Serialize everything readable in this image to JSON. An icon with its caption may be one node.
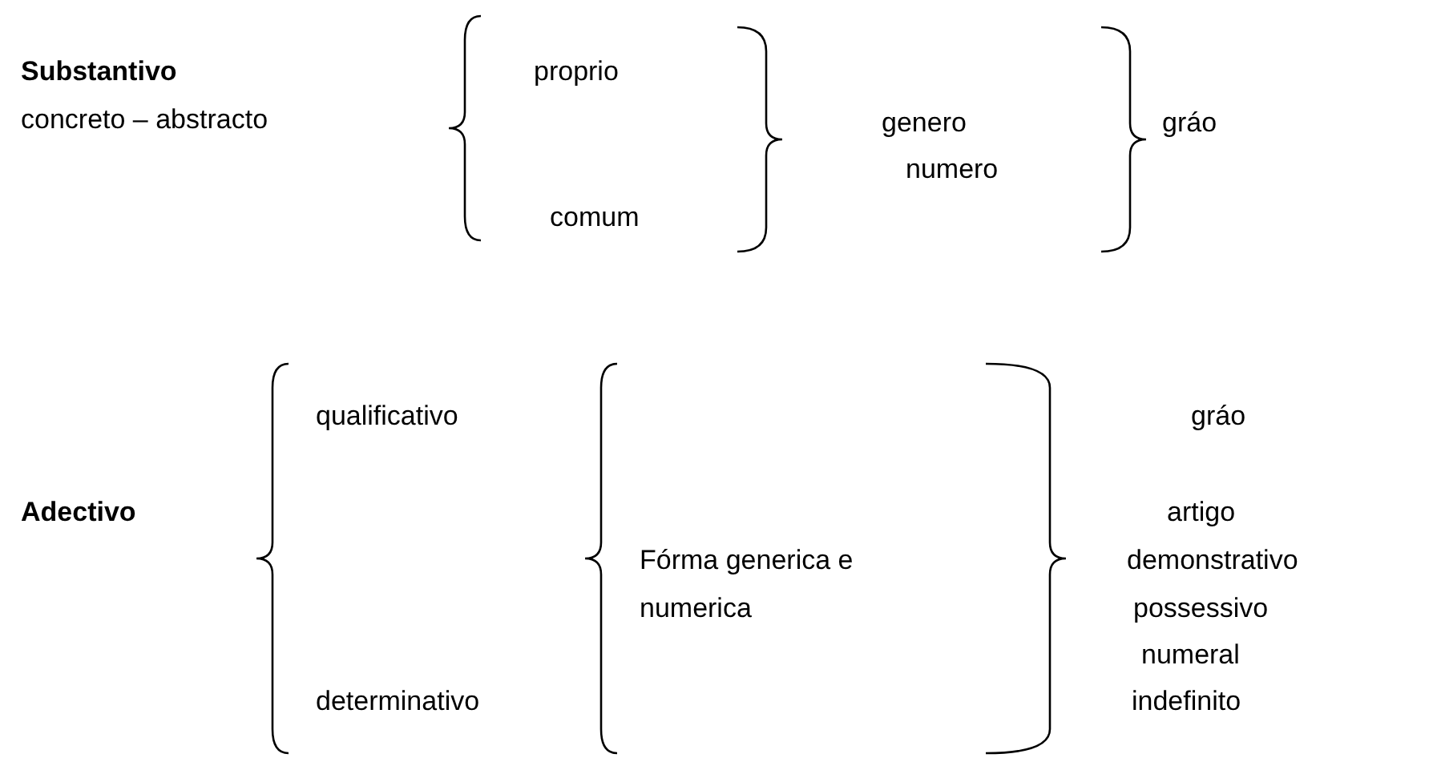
{
  "diagram": {
    "labels": [
      "Substantivo",
      "concreto – abstracto",
      "proprio",
      "genero",
      "gráo",
      "numero",
      "comum",
      "qualificativo",
      "gráo",
      "Adectivo",
      "artigo",
      "Fórma generica e",
      "demonstrativo",
      "numerica",
      "possessivo",
      "numeral",
      "determinativo",
      "indefinito"
    ]
  }
}
